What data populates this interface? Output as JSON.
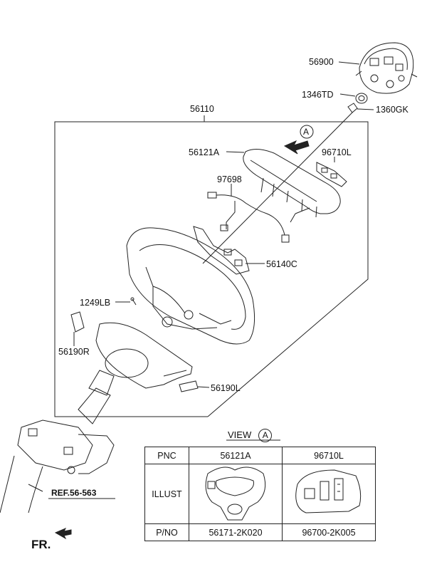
{
  "callouts": {
    "p56900": "56900",
    "p1346TD": "1346TD",
    "p1360GK": "1360GK",
    "p56110": "56110",
    "p56121A": "56121A",
    "p96710L": "96710L",
    "p97698": "97698",
    "p56140C": "56140C",
    "p1249LB": "1249LB",
    "p56190R": "56190R",
    "p56190L": "56190L"
  },
  "view_marker": "A",
  "ref_label": "REF.56-563",
  "front_label": "FR.",
  "view_table": {
    "title": "VIEW",
    "view_letter": "A",
    "rows": [
      {
        "header": "PNC",
        "col1": "56121A",
        "col2": "96710L"
      },
      {
        "header": "ILLUST",
        "col1": "",
        "col2": ""
      },
      {
        "header": "P/NO",
        "col1": "56171-2K020",
        "col2": "96700-2K005"
      }
    ]
  },
  "colors": {
    "line": "#222222",
    "background": "#ffffff"
  }
}
